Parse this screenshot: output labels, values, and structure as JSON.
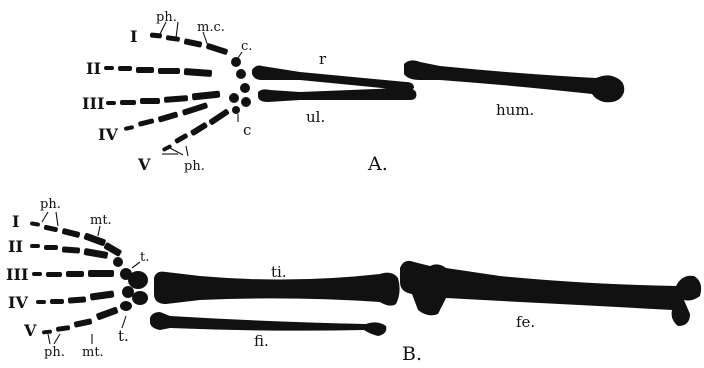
{
  "figure": {
    "a": {
      "letter": "A.",
      "labels": {
        "ph_top": "ph.",
        "mc": "m.c.",
        "c_top": "c.",
        "r": "r",
        "ul": "ul.",
        "c_bottom": "c",
        "ph_bottom": "ph.",
        "hum": "hum."
      },
      "digits": [
        "I",
        "II",
        "III",
        "IV",
        "V"
      ]
    },
    "b": {
      "letter": "B.",
      "labels": {
        "ph_top": "ph.",
        "mt_top": "mt.",
        "t_top": "t.",
        "ti": "ti.",
        "fi": "fi.",
        "t_bottom": "t.",
        "ph_bottom": "ph.",
        "mt_bottom": "mt.",
        "fe": "fe."
      },
      "digits": [
        "I",
        "II",
        "III",
        "IV",
        "V"
      ]
    }
  }
}
